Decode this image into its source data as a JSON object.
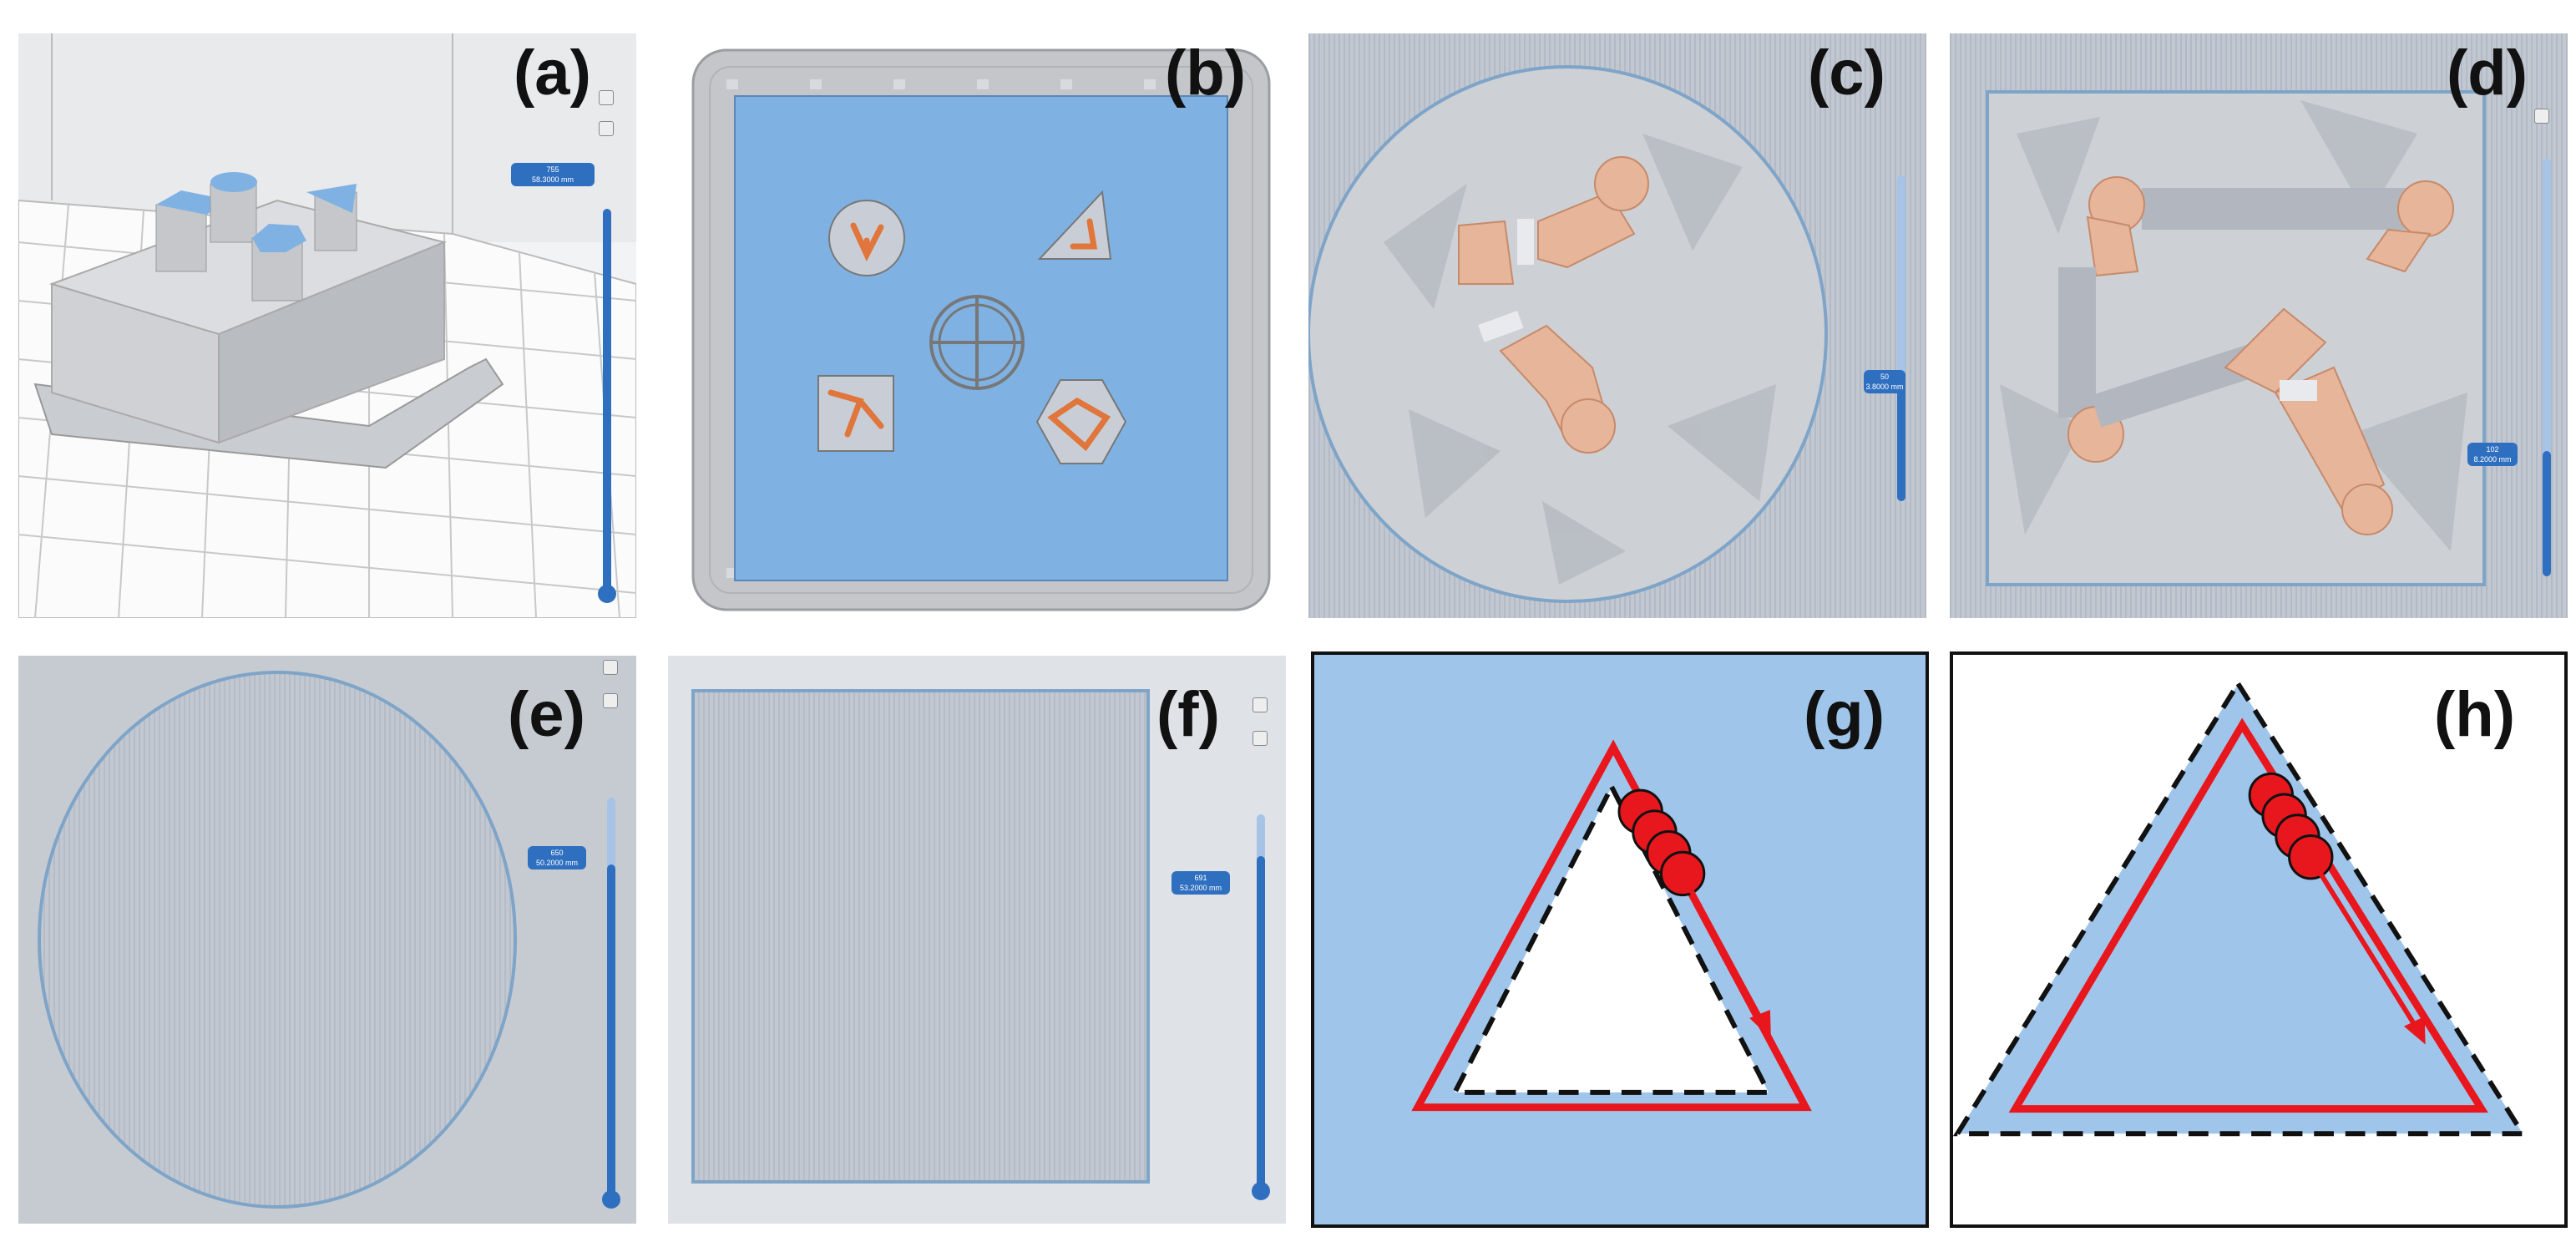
{
  "panels": {
    "a": {
      "label": "(a)",
      "badge_line1": "755",
      "badge_line2": "58.3000 mm"
    },
    "b": {
      "label": "(b)"
    },
    "c": {
      "label": "(c)",
      "badge_line1": "50",
      "badge_line2": "3.8000 mm"
    },
    "d": {
      "label": "(d)",
      "badge_line1": "102",
      "badge_line2": "8.2000 mm"
    },
    "e": {
      "label": "(e)",
      "badge_line1": "650",
      "badge_line2": "50.2000 mm"
    },
    "f": {
      "label": "(f)",
      "badge_line1": "691",
      "badge_line2": "53.2000 mm"
    },
    "g": {
      "label": "(g)"
    },
    "h": {
      "label": "(h)"
    }
  },
  "colors": {
    "part_blue": "#7fb2e3",
    "diagram_blue": "#9fc5ea",
    "toolpath_red": "#e8161d",
    "support_orange": "#e0763b",
    "slicer_gray": "#c9ced6",
    "slider_blue": "#2f6fc0"
  }
}
